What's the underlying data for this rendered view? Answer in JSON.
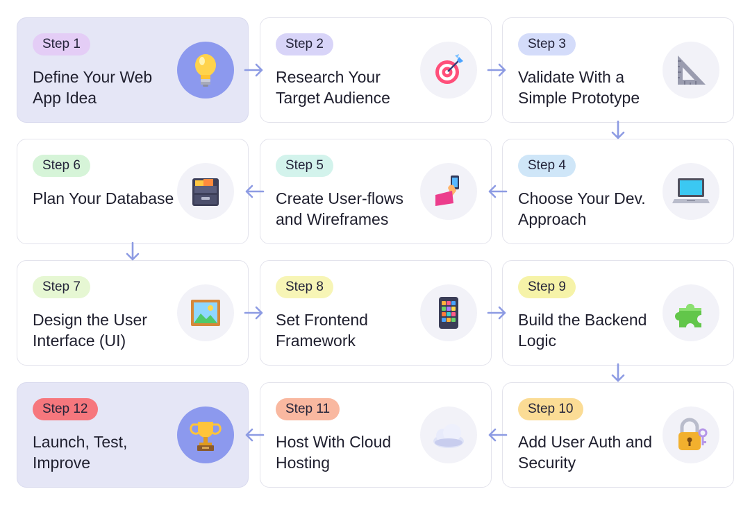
{
  "steps": [
    {
      "label": "Step 1",
      "title": "Define Your Web App Idea",
      "icon": "lightbulb-icon",
      "badge_color": "#e4cdf6",
      "highlight": true
    },
    {
      "label": "Step 2",
      "title": "Research Your Target Audience",
      "icon": "target-icon",
      "badge_color": "#d8d4f8",
      "highlight": false
    },
    {
      "label": "Step 3",
      "title": "Validate With a Simple Prototype",
      "icon": "triangle-ruler-icon",
      "badge_color": "#d4dcfa",
      "highlight": false
    },
    {
      "label": "Step 4",
      "title": "Choose Your Dev. Approach",
      "icon": "laptop-icon",
      "badge_color": "#cfe6f8",
      "highlight": false
    },
    {
      "label": "Step 5",
      "title": "Create User-flows and Wireframes",
      "icon": "hand-phone-icon",
      "badge_color": "#d3f3ec",
      "highlight": false
    },
    {
      "label": "Step 6",
      "title": "Plan Your Database",
      "icon": "file-cabinet-icon",
      "badge_color": "#d6f4d8",
      "highlight": false
    },
    {
      "label": "Step 7",
      "title": "Design the User Interface (UI)",
      "icon": "framed-picture-icon",
      "badge_color": "#e6f7d3",
      "highlight": false
    },
    {
      "label": "Step 8",
      "title": "Set Frontend Framework",
      "icon": "app-grid-icon",
      "badge_color": "#f7f5b6",
      "highlight": false
    },
    {
      "label": "Step 9",
      "title": "Build the Backend Logic",
      "icon": "puzzle-piece-icon",
      "badge_color": "#f6f3a8",
      "highlight": false
    },
    {
      "label": "Step 10",
      "title": "Add User Auth and Security",
      "icon": "padlock-key-icon",
      "badge_color": "#fbdc95",
      "highlight": false
    },
    {
      "label": "Step 11",
      "title": "Host With Cloud Hosting",
      "icon": "cloud-icon",
      "badge_color": "#f9b8a0",
      "highlight": false
    },
    {
      "label": "Step 12",
      "title": "Launch, Test, Improve",
      "icon": "trophy-icon",
      "badge_color": "#f6777d",
      "highlight": true
    }
  ],
  "arrow_color": "#8d9be3"
}
